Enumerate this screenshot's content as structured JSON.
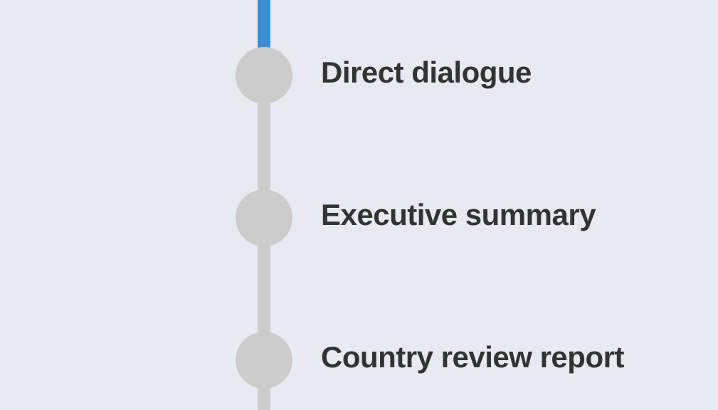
{
  "timeline": {
    "active_color": "#3a8fd2",
    "inactive_color": "#cccccc",
    "text_color": "#333333",
    "background_color": "#e7eaf1",
    "steps": [
      {
        "label": "Direct dialogue"
      },
      {
        "label": "Executive summary"
      },
      {
        "label": "Country review report"
      }
    ]
  }
}
